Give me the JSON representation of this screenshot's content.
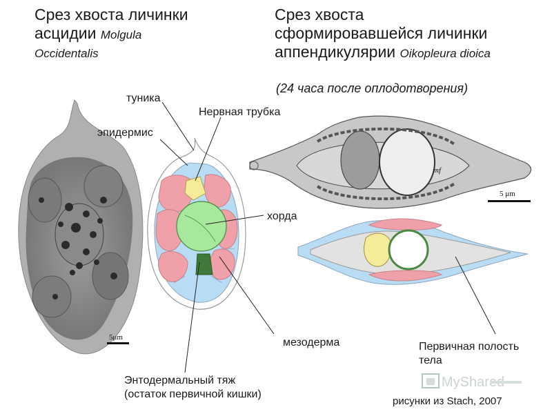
{
  "left_title": {
    "line1": "Срез хвоста личинки",
    "line2_main": "асцидии",
    "line2_species": "Molgula",
    "line3_species": "Occidentalis"
  },
  "right_title": {
    "line1": "Срез хвоста",
    "line2": "сформировавшейся личинки",
    "line3_main": "аппендикулярии",
    "line3_species": "Oikopleura dioica",
    "subtitle": "(24 часа после оплодотворения)"
  },
  "labels": {
    "tunic": "туника",
    "epidermis": "эпидермис",
    "neural_tube": "Нервная трубка",
    "notochord": "хорда",
    "mesoderm": "мезодерма",
    "endoderm_line1": "Энтодермальный тяж",
    "endoderm_line2": "(остаток первичной кишки)",
    "body_cavity_line1": "Первичная полость",
    "body_cavity_line2": "тела"
  },
  "scale_bars": {
    "left": "5μm",
    "right": "5 μm"
  },
  "micro_label": "mf",
  "credit": "рисунки из Stach, 2007",
  "watermark": "MyShared",
  "colors": {
    "notochord": "#a8e89c",
    "mesoderm": "#f0a0a8",
    "epidermis": "#b8dcf4",
    "neural_tube": "#f4ec9a",
    "endoderm": "#3f7a3a",
    "cavity": "#e2e2e2"
  }
}
